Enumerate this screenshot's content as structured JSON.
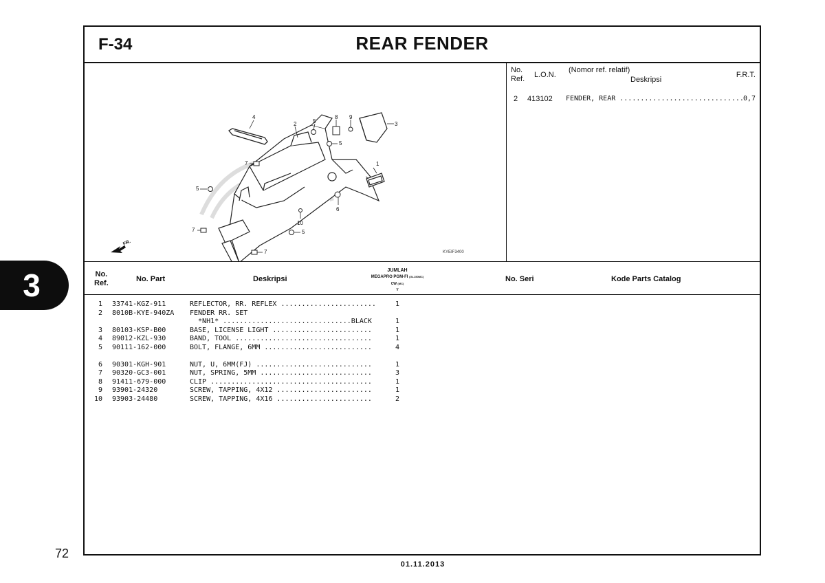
{
  "header": {
    "code": "F-34",
    "title": "REAR FENDER"
  },
  "diagram": {
    "code": "KYEIF3400",
    "fr_label": "FR.",
    "callouts": [
      "1",
      "2",
      "3",
      "4",
      "5",
      "5",
      "5",
      "5",
      "6",
      "7",
      "7",
      "7",
      "8",
      "9",
      "10"
    ]
  },
  "ref_table": {
    "no_label_1": "No.",
    "no_label_2": "Ref.",
    "lon_label": "L.O.N.",
    "nomor_label": "(Nomor ref. relatif)",
    "desk_label": "Deskripsi",
    "frt_label": "F.R.T.",
    "rows": [
      {
        "ref": "2",
        "lon": "413102",
        "desc": "FENDER, REAR ..............................",
        "frt": "0,7"
      }
    ]
  },
  "parts_header": {
    "no_1": "No.",
    "no_2": "Ref.",
    "part": "No. Part",
    "desk": "Deskripsi",
    "jumlah": "JUMLAH",
    "model": "MEGAPRO PGM-FI",
    "model_code": "(GL150MC)",
    "cw": "CW",
    "cw_code": "(MC)",
    "marker": "Y",
    "seri": "No. Seri",
    "kode": "Kode Parts Catalog"
  },
  "parts": [
    {
      "no": "1",
      "part": "33741-KGZ-911",
      "desc": "REFLECTOR, RR. REFLEX .......................",
      "qty": "1"
    },
    {
      "no": "2",
      "part": "8010B-KYE-940ZA",
      "desc": "FENDER RR. SET",
      "qty": ""
    },
    {
      "no": "",
      "part": "",
      "desc": "  *NH1* ...............................BLACK",
      "qty": "1"
    },
    {
      "no": "3",
      "part": "80103-KSP-B00",
      "desc": "BASE, LICENSE LIGHT ........................",
      "qty": "1"
    },
    {
      "no": "4",
      "part": "89012-KZL-930",
      "desc": "BAND, TOOL .................................",
      "qty": "1"
    },
    {
      "no": "5",
      "part": "90111-162-000",
      "desc": "BOLT, FLANGE, 6MM ..........................",
      "qty": "4"
    },
    {
      "no": "6",
      "part": "90301-KGH-901",
      "desc": "NUT, U, 6MM(FJ) ............................",
      "qty": "1"
    },
    {
      "no": "7",
      "part": "90320-GC3-001",
      "desc": "NUT, SPRING, 5MM ...........................",
      "qty": "3"
    },
    {
      "no": "8",
      "part": "91411-679-000",
      "desc": "CLIP .......................................",
      "qty": "1"
    },
    {
      "no": "9",
      "part": "93901-24320",
      "desc": "SCREW, TAPPING, 4X12 .......................",
      "qty": "1"
    },
    {
      "no": "10",
      "part": "93903-24480",
      "desc": "SCREW, TAPPING, 4X16 .......................",
      "qty": "2"
    }
  ],
  "section_tab": "3",
  "page_number": "72",
  "date": "01.11.2013"
}
